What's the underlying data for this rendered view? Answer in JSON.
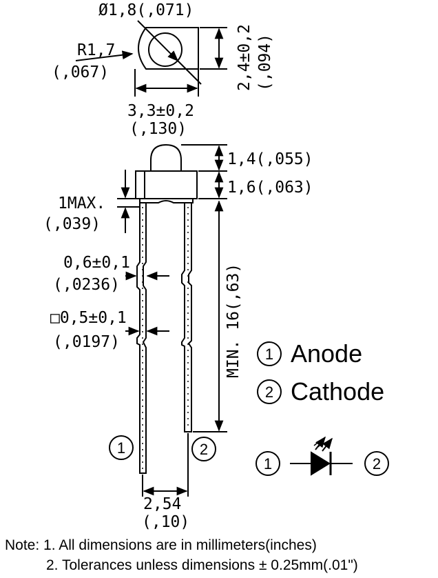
{
  "top_view": {
    "diameter_label": "Ø1,8(,071)",
    "radius_label": "R1,7",
    "radius_label_inch": "(,067)",
    "height_label": "2,4±0,2",
    "height_label_inch": "(,094)",
    "width_label": "3,3±0,2",
    "width_label_inch": "(,130)"
  },
  "side_view": {
    "dome_label": "1,4(,055)",
    "body_label": "1,6(,063)",
    "max_label": "1MAX.",
    "max_label_inch": "(,039)",
    "lead_length_label": "MIN. 16(,63)",
    "lead_width_label": "0,6±0,1",
    "lead_width_label_inch": "(,0236)",
    "square_label": "□0,5±0,1",
    "square_label_inch": "(,0197)",
    "pin_spacing_label": "2,54",
    "pin_spacing_label_inch": "(,10)",
    "pin1": "1",
    "pin2": "2"
  },
  "legend": {
    "anode_num": "1",
    "anode": "Anode",
    "cathode_num": "2",
    "cathode": "Cathode"
  },
  "symbol": {
    "pin1": "1",
    "pin2": "2"
  },
  "notes": {
    "line1": "Note: 1. All dimensions are in millimeters(inches)",
    "line2": "2. Tolerances unless dimensions ± 0.25mm(.01\")"
  }
}
